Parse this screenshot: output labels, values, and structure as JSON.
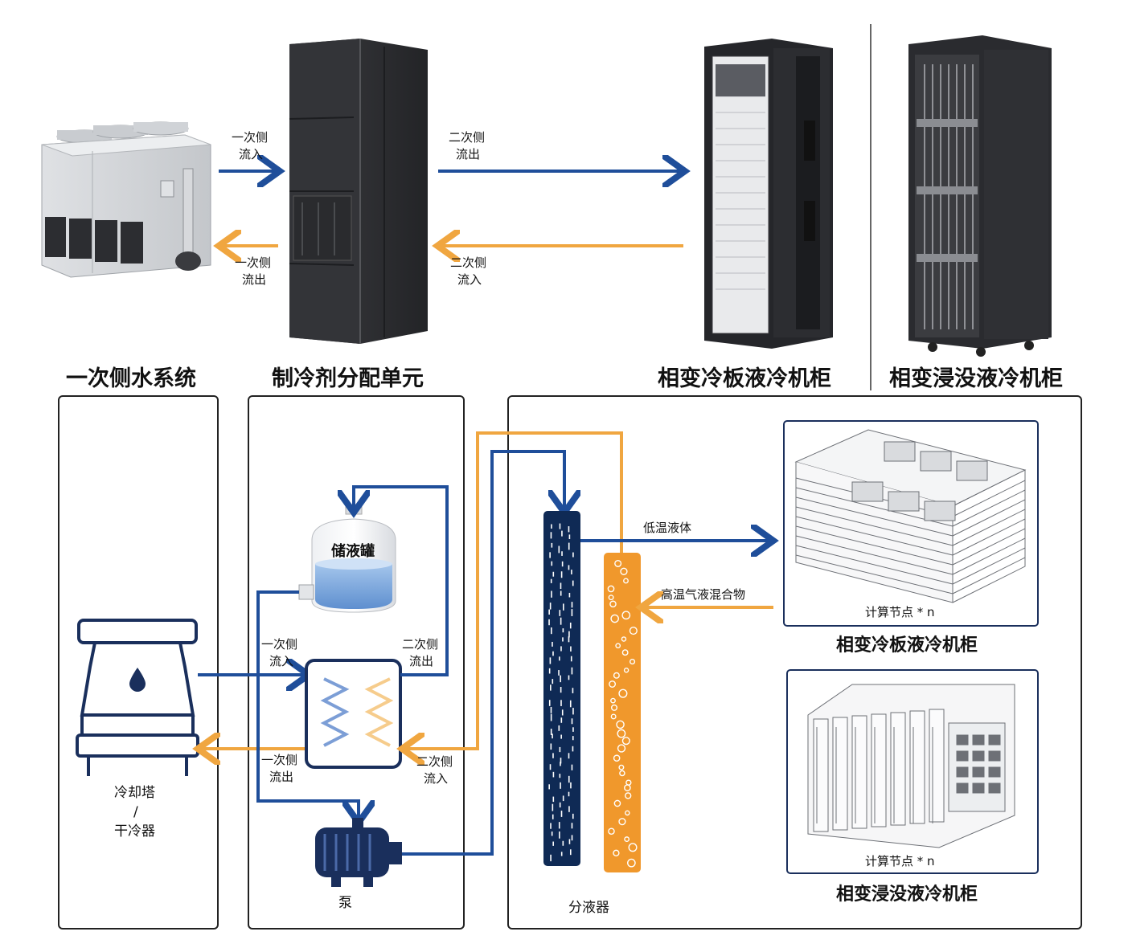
{
  "top": {
    "flows": {
      "primary_in": [
        "一次侧",
        "流入"
      ],
      "primary_out": [
        "一次侧",
        "流出"
      ],
      "secondary_out": [
        "二次侧",
        "流出"
      ],
      "secondary_in": [
        "二次侧",
        "流入"
      ]
    },
    "titles": {
      "primary_system": "一次侧水系统",
      "refrigerant_unit": "制冷剂分配单元",
      "cold_plate_cabinet": "相变冷板液冷机柜",
      "immersion_cabinet": "相变浸没液冷机柜"
    }
  },
  "bottom": {
    "cooling_tower": [
      "冷却塔",
      "/",
      "干冷器"
    ],
    "tank_label": "储液罐",
    "pump_label": "泵",
    "hx_primary_in": [
      "一次侧",
      "流入"
    ],
    "hx_secondary_out": [
      "二次侧",
      "流出"
    ],
    "hx_primary_out": [
      "一次侧",
      "流出"
    ],
    "hx_secondary_in": [
      "二次侧",
      "流入"
    ],
    "distributor_label": "分液器",
    "low_temp_liquid": "低温液体",
    "high_temp_mix": "高温气液混合物",
    "node_label_1": "计算节点 * n",
    "node_label_2": "计算节点 * n",
    "module_title_1": "相变冷板液冷机柜",
    "module_title_2": "相变浸没液冷机柜"
  },
  "colors": {
    "blue": "#1f4e9a",
    "orange": "#f0a640",
    "dark_navy": "#0f2a55",
    "cabinet": "#2e2f33"
  }
}
